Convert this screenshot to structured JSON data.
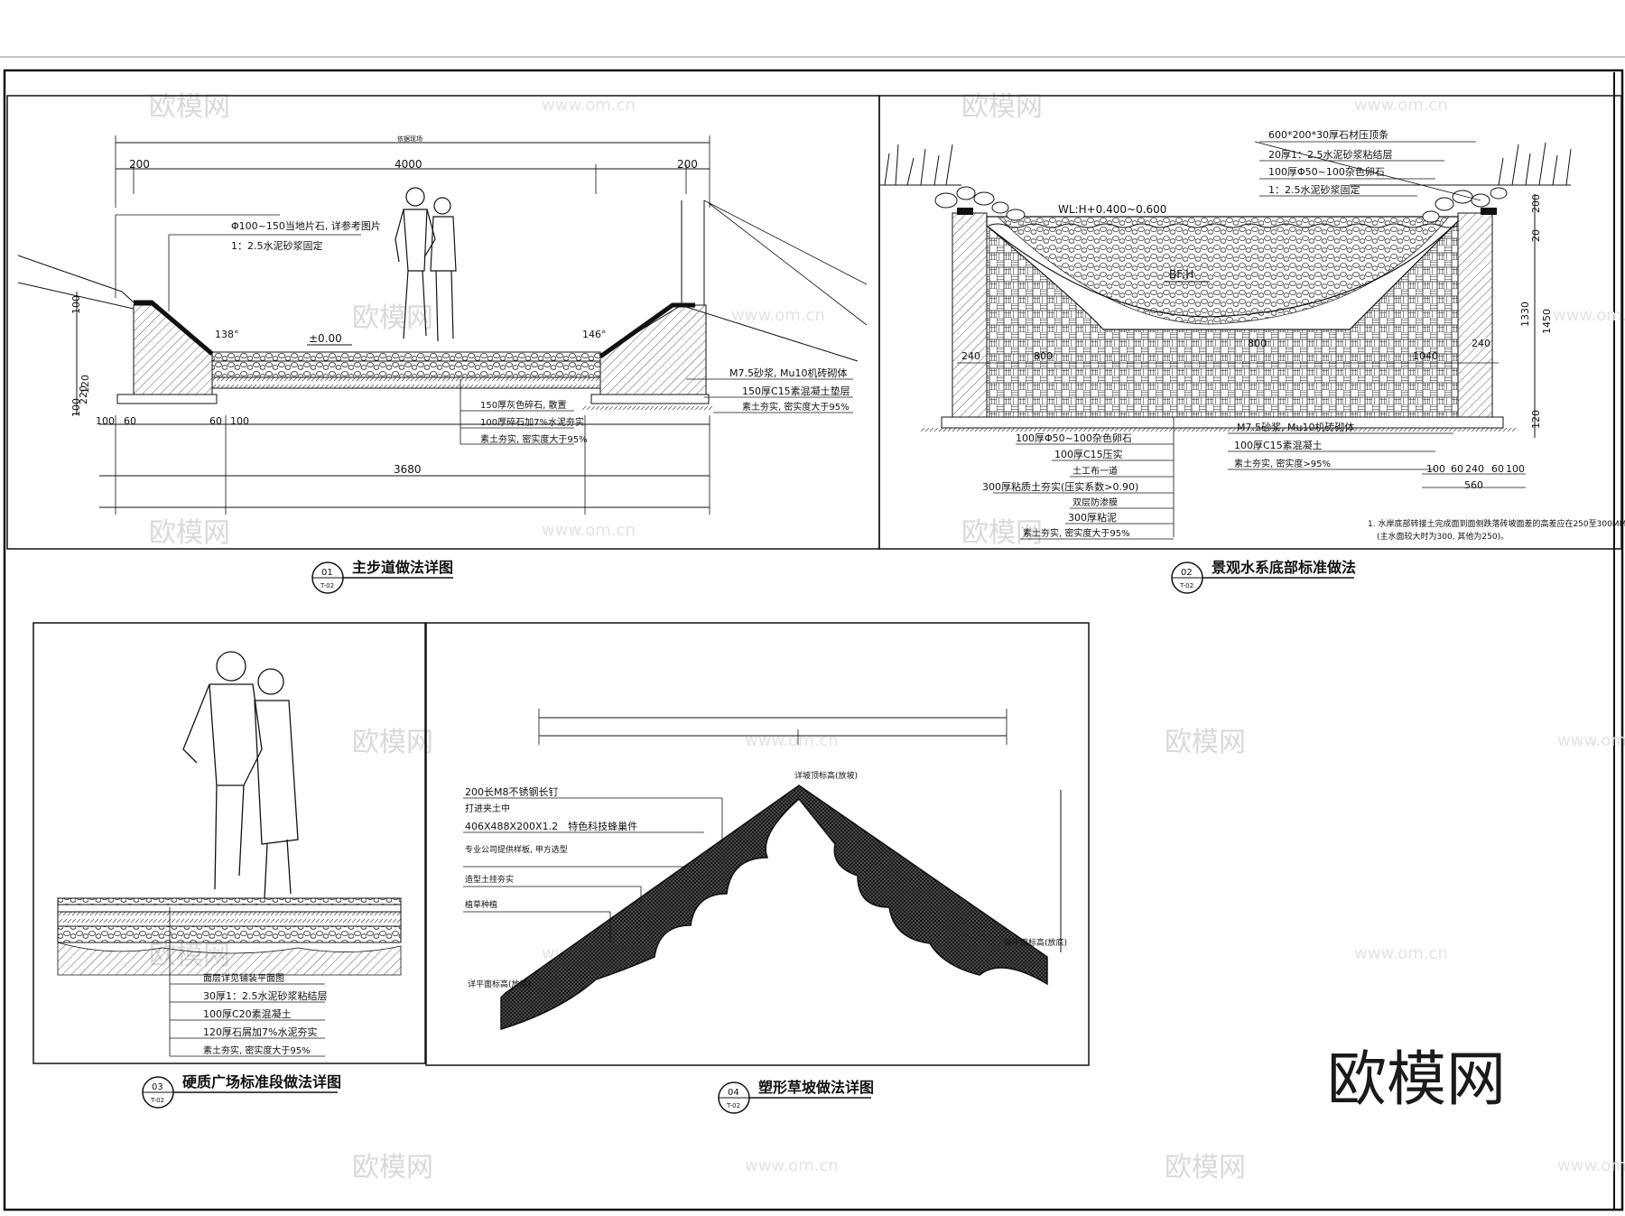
{
  "watermark": {
    "cn": "欧模网",
    "url": "www.om.cn",
    "corner": "欧模网"
  },
  "detail1": {
    "title": "主步道做法详图",
    "num": "01",
    "ref": "T-02",
    "dims": {
      "top_total": "4000",
      "left_200": "200",
      "right_200": "200",
      "bottom_total": "3680",
      "b100a": "100",
      "b60a": "60",
      "b60b": "60",
      "b100b": "100",
      "v100": "100",
      "v220": "220",
      "v100b": "100",
      "v120": "120"
    },
    "angles": {
      "left": "138°",
      "right": "146°"
    },
    "level": "±0.00",
    "notes_left": [
      "Φ100~150当地片石, 详参考图片",
      "1：2.5水泥砂浆固定"
    ],
    "notes_bottom": [
      "150厚灰色碎石, 散置",
      "100厚碎石加7%水泥夯实",
      "素土夯实, 密实度大于95%"
    ],
    "notes_right": [
      "M7.5砂浆, Mu10机砖砌体",
      "150厚C15素混凝土垫层",
      "素土夯实, 密实度大于95%"
    ]
  },
  "detail2": {
    "title": "景观水系底部标准做法",
    "num": "02",
    "ref": "T-02",
    "wl": "WL:H+0.400~0.600",
    "bf": "BF:H",
    "notes_top": [
      "600*200*30厚石材压顶条",
      "20厚1：2.5水泥砂浆粘结层",
      "100厚Φ50~100杂色卵石",
      "1：2.5水泥砂浆固定"
    ],
    "notes_bottom_left": [
      "100厚Φ50~100杂色卵石",
      "100厚C15压实",
      "土工布一道",
      "300厚粘质土夯实(压实系数>0.90)",
      "双层防渗膜",
      "300厚粘泥",
      "素土夯实, 密实度大于95%"
    ],
    "notes_bottom_right": [
      "M7.5砂浆, Mu10机砖砌体",
      "100厚C15素混凝土",
      "素土夯实, 密实度>95%"
    ],
    "dims": {
      "d240a": "240",
      "d800a": "800",
      "d800b": "800",
      "d1040": "1040",
      "d240b": "240",
      "v200": "200",
      "v20": "20",
      "v1330": "1330",
      "v1450": "1450",
      "v120": "120",
      "b100": "100",
      "b60": "60",
      "b240": "240",
      "b60b": "60",
      "b100b": "100",
      "b560": "560"
    },
    "footnote": [
      "1. 水岸底部转接土完成面到面侧跌落砖坡面差的高差应在250至300MM",
      "(主水面较大时为300, 其他为250)。"
    ]
  },
  "detail3": {
    "title": "硬质广场标准段做法详图",
    "num": "03",
    "ref": "T-02",
    "notes": [
      "面层详见铺装平面图",
      "30厚1：2.5水泥砂浆粘结层",
      "100厚C20素混凝土",
      "120厚石屑加7%水泥夯实",
      "素土夯实, 密实度大于95%"
    ]
  },
  "detail4": {
    "title": "塑形草坡做法详图",
    "num": "04",
    "ref": "T-02",
    "notes": [
      "200长M8不锈钢长钉",
      "打进夹土中",
      "406X488X200X1.2　特色科技蜂巢件",
      "专业公司提供样板, 甲方选型",
      "造型土挂夯实",
      "植草种植"
    ],
    "labels": {
      "top": "详坡顶标高(放坡)",
      "left": "详平面标高(放底)",
      "right": "详平面标高(放底)"
    }
  }
}
